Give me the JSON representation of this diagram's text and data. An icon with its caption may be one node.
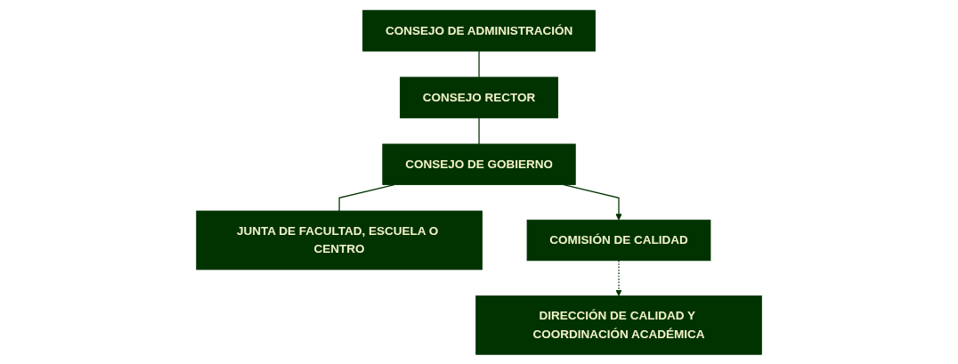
{
  "diagram": {
    "nodes": [
      {
        "text": [
          "CONSEJO DE ADMINISTRACIÓN"
        ]
      },
      {
        "text": [
          "CONSEJO RECTOR"
        ]
      },
      {
        "text": [
          "CONSEJO DE GOBIERNO"
        ]
      },
      {
        "text": [
          "JUNTA DE FACULTAD, ESCUELA O CENTRO"
        ]
      },
      {
        "text": [
          "COMISIÓN DE CALIDAD"
        ]
      },
      {
        "text": [
          "DIRECCIÓN DE CALIDAD Y COORDINACIÓN ACADÉMICA"
        ]
      }
    ],
    "edges": [
      {
        "from": 0,
        "to": 1,
        "arrow": "none"
      },
      {
        "from": 1,
        "to": 2,
        "arrow": "none"
      },
      {
        "from": 2,
        "to": 3,
        "arrow": "none"
      },
      {
        "from": 2,
        "to": 4,
        "arrow": "to"
      },
      {
        "from": 4,
        "to": 5,
        "arrow": "to",
        "style": "dashed"
      }
    ]
  }
}
